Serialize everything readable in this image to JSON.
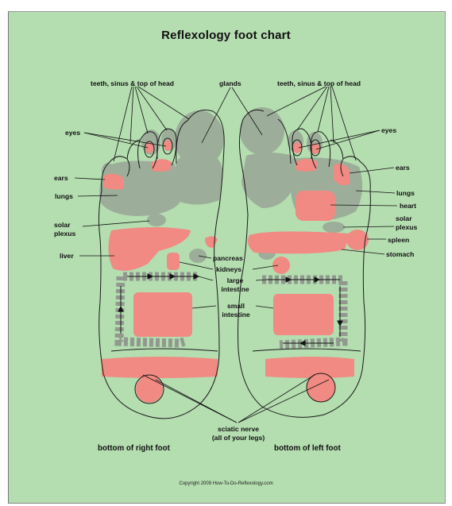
{
  "title": "Reflexology foot chart",
  "labels": {
    "teeth_left": "teeth, sinus & top of head",
    "glands": "glands",
    "teeth_right": "teeth, sinus & top of head",
    "eyes_left": "eyes",
    "eyes_right": "eyes",
    "ears_left": "ears",
    "ears_right": "ears",
    "lungs_left": "lungs",
    "lungs_right": "lungs",
    "heart": "heart",
    "solar_plexus_left_1": "solar",
    "solar_plexus_left_2": "plexus",
    "solar_plexus_right_1": "solar",
    "solar_plexus_right_2": "plexus",
    "spleen": "spleen",
    "liver": "liver",
    "stomach": "stomach",
    "pancreas": "pancreas",
    "kidneys": "kidneys",
    "large_intestine_1": "large",
    "large_intestine_2": "intestine",
    "small_intestine_1": "small",
    "small_intestine_2": "intestine",
    "sciatic_1": "sciatic nerve",
    "sciatic_2": "(all of your legs)"
  },
  "foot_labels": {
    "right_foot": "bottom of right foot",
    "left_foot": "bottom of left foot"
  },
  "copyright": "Copyright 2009 How-To-Do-Reflexology.com",
  "colors": {
    "background": "#b4ddb0",
    "pink_zone": "#f08a82",
    "gray_zone": "#9aa59a",
    "outline": "#111111"
  }
}
